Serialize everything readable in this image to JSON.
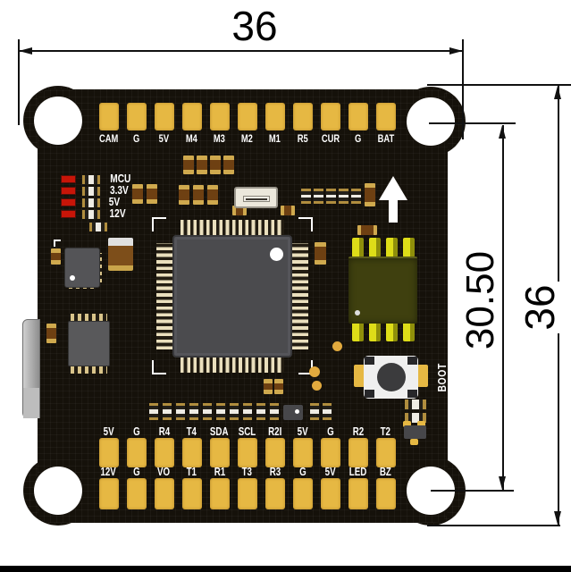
{
  "dimensions": {
    "top_width": "36",
    "board_height_inner": "30.50",
    "board_height_outer": "36"
  },
  "board": {
    "top_pads": [
      "CAM",
      "G",
      "5V",
      "M4",
      "M3",
      "M2",
      "M1",
      "R5",
      "CUR",
      "G",
      "BAT"
    ],
    "led_labels": [
      "MCU",
      "3.3V",
      "5V",
      "12V"
    ],
    "bottom_row1_pads": [
      "5V",
      "G",
      "R4",
      "T4",
      "SDA",
      "SCL",
      "R2I",
      "5V",
      "G",
      "R2",
      "T2"
    ],
    "bottom_row2_pads": [
      "12V",
      "G",
      "VO",
      "T1",
      "R1",
      "T3",
      "R3",
      "G",
      "5V",
      "LED",
      "BZ"
    ],
    "boot_label": "BOOT"
  },
  "icons": {
    "orientation_arrow": "up-arrow"
  },
  "colors": {
    "board_black": "#15110a",
    "pad_gold": "#e6b843",
    "silkscreen_white": "#ffffff",
    "led_red": "#c81508",
    "mcu_gray": "#4b4b4e",
    "flash_chip_olive": "#3f400f",
    "flash_pin_yellow": "#dedd18",
    "dimension_line": "#111111",
    "background": "#ffffff"
  }
}
